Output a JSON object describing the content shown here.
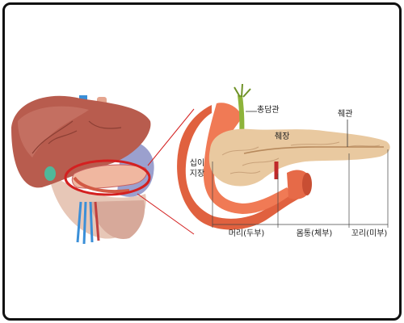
{
  "labels": {
    "common_bile_duct": "총담관",
    "pancreatic_duct_main": "췌장",
    "pancreatic_duct": "췌관",
    "duodenum_line1": "십이",
    "duodenum_line2": "지장"
  },
  "segments": [
    {
      "label": "머리(두부)"
    },
    {
      "label": "몸통(체부)"
    },
    {
      "label": "꼬리(미부)"
    }
  ],
  "colors": {
    "liver": "#b85c4e",
    "duodenum": "#e0613f",
    "pancreas": "#e9c9a0",
    "highlight_ellipse": "#d42020",
    "bile_duct": "#8db33a",
    "vessel_blue": "#3a8fd8"
  }
}
